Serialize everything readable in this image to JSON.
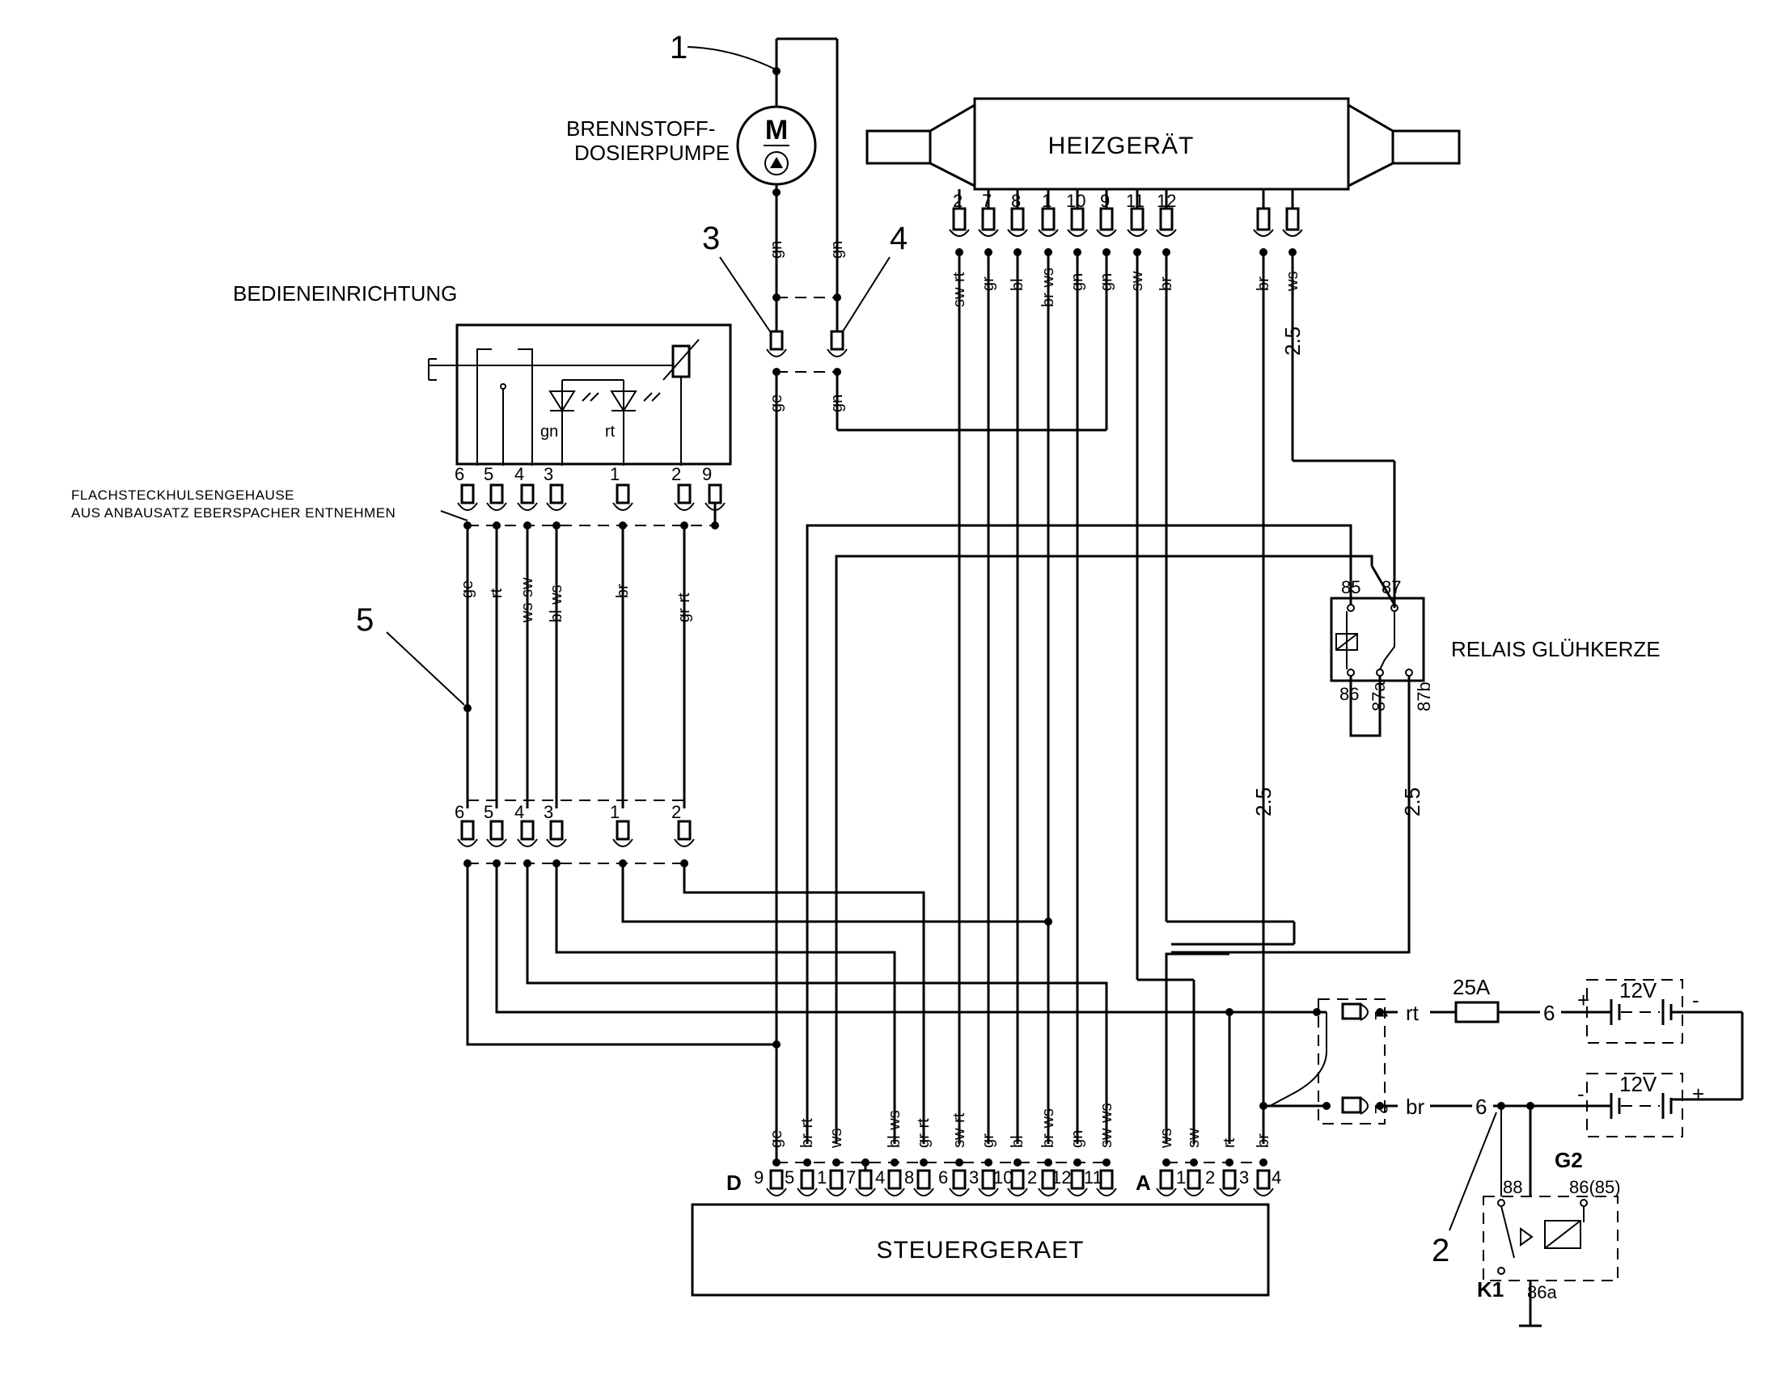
{
  "components": {
    "heater": "HEIZGERÄT",
    "pump": "BRENNSTOFF-\nDOSIERPUMPE",
    "operating_unit": "BEDIENEINRICHTUNG",
    "relay_glow": "RELAIS GLÜHKERZE",
    "control_unit": "STEUERGERAET",
    "housing_note_1": "FLACHSTECKHULSENGEHAUSE",
    "housing_note_2": "AUS ANBAUSATZ EBERSPACHER ENTNEHMEN",
    "fuse": "25A",
    "battery1": "12V",
    "battery2": "12V",
    "battery2_label": "G2",
    "k1_label": "K1",
    "pump_motor_symbol": "M"
  },
  "callouts": [
    "1",
    "2",
    "3",
    "4",
    "5"
  ],
  "connector_labels": {
    "d": "D",
    "a": "A",
    "conn1": "1",
    "conn2": "2"
  },
  "heater_pins": [
    "2",
    "7",
    "8",
    "1",
    "10",
    "9",
    "11",
    "12"
  ],
  "heater_wire_colors": [
    "sw-rt",
    "gr",
    "bl",
    "br-ws",
    "gn",
    "gn",
    "sw",
    "br",
    "br",
    "ws"
  ],
  "pump_wires": [
    "gn",
    "gn",
    "ge",
    "gn"
  ],
  "cross_section": "2.5",
  "operating_pins": [
    "6",
    "5",
    "4",
    "3",
    "1",
    "2",
    "9"
  ],
  "operating_leds": [
    "gn",
    "rt"
  ],
  "operating_wire_colors": [
    "ge",
    "rt",
    "ws-sw",
    "bl-ws",
    "br",
    "gr-rt"
  ],
  "relay_pins": [
    "85",
    "87",
    "86",
    "87a",
    "87b"
  ],
  "control_d_pins": [
    "9",
    "5",
    "1",
    "7",
    "4",
    "8",
    "6",
    "3",
    "10",
    "2",
    "12",
    "11"
  ],
  "control_d_colors": [
    "ge",
    "br-rt",
    "ws",
    "bl-ws",
    "gr-rt",
    "sw-rt",
    "gr",
    "bl",
    "br-ws",
    "gn",
    "sw-ws"
  ],
  "control_a_pins": [
    "1",
    "2",
    "3",
    "4"
  ],
  "control_a_colors": [
    "ws",
    "sw",
    "rt",
    "br"
  ],
  "supply": {
    "rt": "rt",
    "br": "br",
    "fuse_six": "6",
    "br_six": "6",
    "plus1": "+",
    "minus1": "-",
    "minus2": "-",
    "plus2": "+"
  },
  "k1_pins": [
    "88",
    "86(85)",
    "86a"
  ]
}
